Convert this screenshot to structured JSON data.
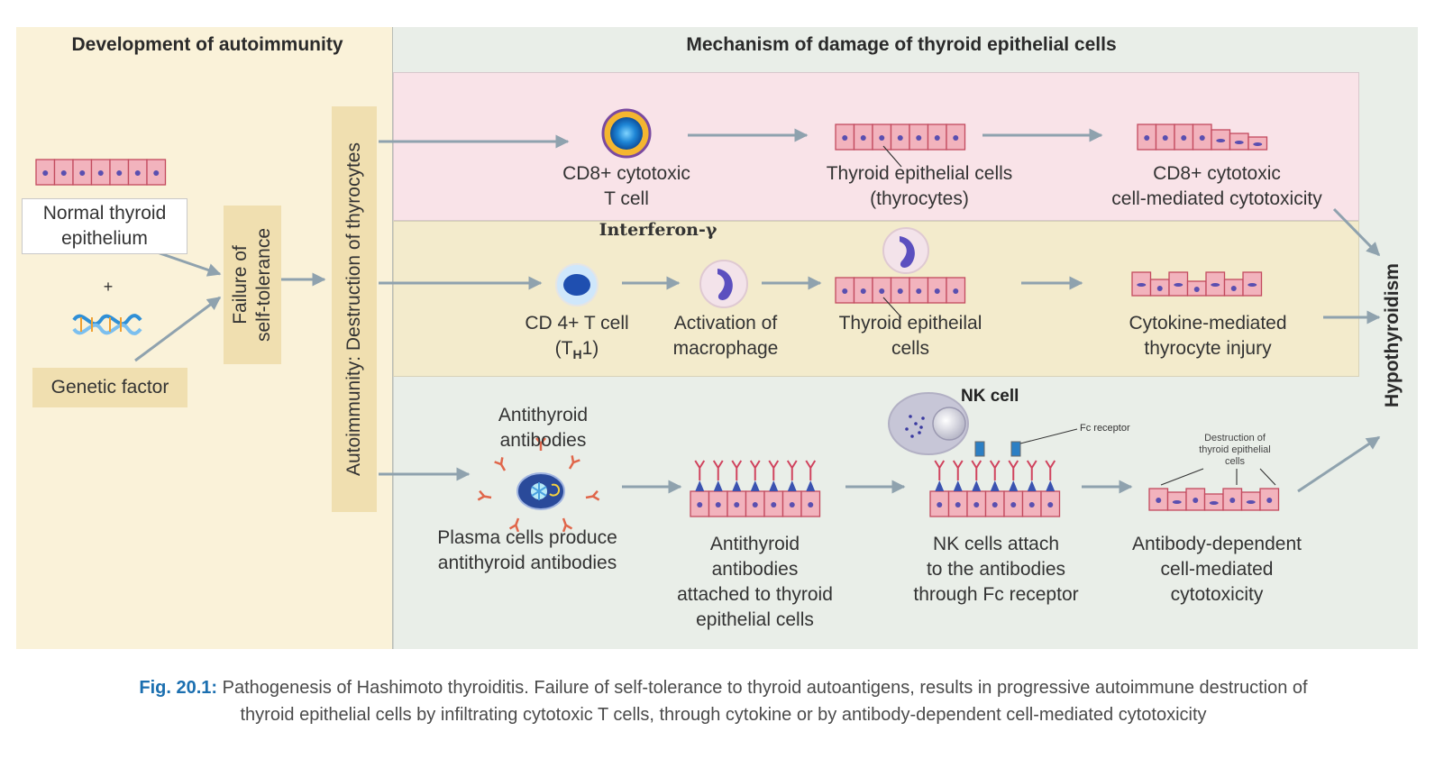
{
  "headers": {
    "left": "Development of autoimmunity",
    "right": "Mechanism of damage of thyroid epithelial cells"
  },
  "left": {
    "normal_line1": "Normal thyroid",
    "normal_line2": "epithelium",
    "plus": "+",
    "genetic": "Genetic factor",
    "failure_line1": "Failure of",
    "failure_line2": "self-tolerance",
    "autoimmunity": "Autoimmunity: Destruction of thyrocytes"
  },
  "row1": {
    "cd8_line1": "CD8+ cytotoxic",
    "cd8_line2": "T cell",
    "thyro_line1": "Thyroid epithelial cells",
    "thyro_line2": "(thyrocytes)",
    "result_line1": "CD8+ cytotoxic",
    "result_line2": "cell-mediated cytotoxicity"
  },
  "row2": {
    "interferon": "Interferon-γ",
    "cd4_line1": "CD 4+ T cell",
    "cd4_line2_pre": "(T",
    "cd4_line2_sub": "H",
    "cd4_line2_post": "1)",
    "mac_line1": "Activation of",
    "mac_line2": "macrophage",
    "thyro_line1": "Thyroid epitheilal",
    "thyro_line2": "cells",
    "result_line1": "Cytokine-mediated",
    "result_line2": "thyrocyte injury"
  },
  "row3": {
    "anti_line1": "Antithyroid",
    "anti_line2": "antibodies",
    "plasma_line1": "Plasma cells produce",
    "plasma_line2": "antithyroid antibodies",
    "attached_line1": "Antithyroid",
    "attached_line2": "antibodies",
    "attached_line3": "attached to thyroid",
    "attached_line4": "epithelial cells",
    "nk_title": "NK cell",
    "fc_receptor": "Fc receptor",
    "nk_line1": "NK cells attach",
    "nk_line2": "to the antibodies",
    "nk_line3": "through Fc receptor",
    "destruction_line1": "Destruction of",
    "destruction_line2": "thyroid epithelial",
    "destruction_line3": "cells",
    "result_line1": "Antibody-dependent",
    "result_line2": "cell-mediated",
    "result_line3": "cytotoxicity"
  },
  "outcome": "Hypothyroidism",
  "caption": {
    "fig_label": "Fig. 20.1:",
    "text_line1": " Pathogenesis of Hashimoto thyroiditis. Failure of self-tolerance to thyroid autoantigens, results in progressive autoimmune destruction of",
    "text_line2": "thyroid epithelial cells by infiltrating cytotoxic T cells, through cytokine or by antibody-dependent cell-mediated cytotoxicity"
  },
  "colors": {
    "cell_fill": "#f2b3bd",
    "cell_stroke": "#c24a5e",
    "nucleus": "#5a4fb0",
    "arrow": "#8fa2ae",
    "antibody": "#e0664a",
    "caption_fig": "#1b6fb0"
  }
}
